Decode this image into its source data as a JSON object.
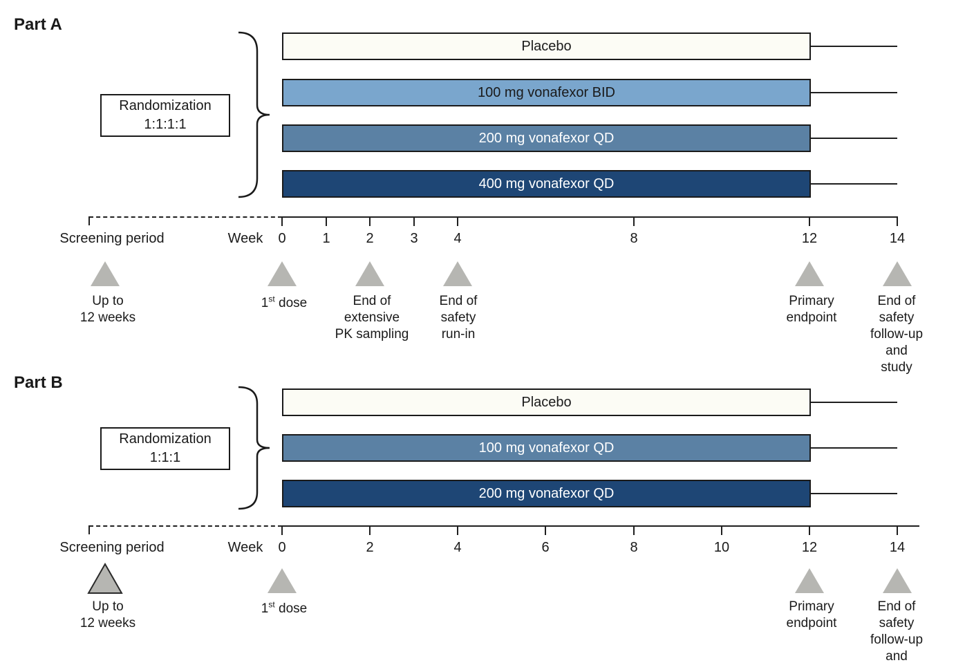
{
  "colors": {
    "placebo_fill": "#fcfcf5",
    "light_blue": "#7aa6cd",
    "medium_blue": "#5b81a4",
    "dark_blue": "#1e4675",
    "bar_border": "#1a1a1a",
    "triangle_gray": "#b6b6b2",
    "axis_line": "#1f1f1f"
  },
  "part_a": {
    "title": "Part A",
    "randomization_box": {
      "line1": "Randomization",
      "line2": "1:1:1:1"
    },
    "arms": [
      {
        "label": "Placebo"
      },
      {
        "label": "100 mg vonafexor BID"
      },
      {
        "label": "200 mg vonafexor QD"
      },
      {
        "label": "400 mg vonafexor QD"
      }
    ],
    "timeline": {
      "screening_label": "Screening period",
      "week_label": "Week",
      "ticks": [
        "0",
        "1",
        "2",
        "3",
        "4",
        "8",
        "12",
        "14"
      ]
    },
    "milestones": {
      "screening": "Up to\n12 weeks",
      "first_dose": {
        "num": "1",
        "sup": "st",
        "rest": " dose"
      },
      "week2": "End of\nextensive\nPK sampling",
      "week4": "End of\nsafety\nrun-in",
      "week12": "Primary\nendpoint",
      "week14": "End of safety\nfollow-up and\nstudy"
    }
  },
  "part_b": {
    "title": "Part B",
    "randomization_box": {
      "line1": "Randomization",
      "line2": "1:1:1"
    },
    "arms": [
      {
        "label": "Placebo"
      },
      {
        "label": "100 mg vonafexor QD"
      },
      {
        "label": "200 mg vonafexor QD"
      }
    ],
    "timeline": {
      "screening_label": "Screening period",
      "week_label": "Week",
      "ticks": [
        "0",
        "2",
        "4",
        "6",
        "8",
        "10",
        "12",
        "14"
      ]
    },
    "milestones": {
      "screening": "Up to\n12 weeks",
      "first_dose": {
        "num": "1",
        "sup": "st",
        "rest": " dose"
      },
      "week12": "Primary\nendpoint",
      "week14": "End of safety\nfollow-up and\nstudy"
    }
  }
}
